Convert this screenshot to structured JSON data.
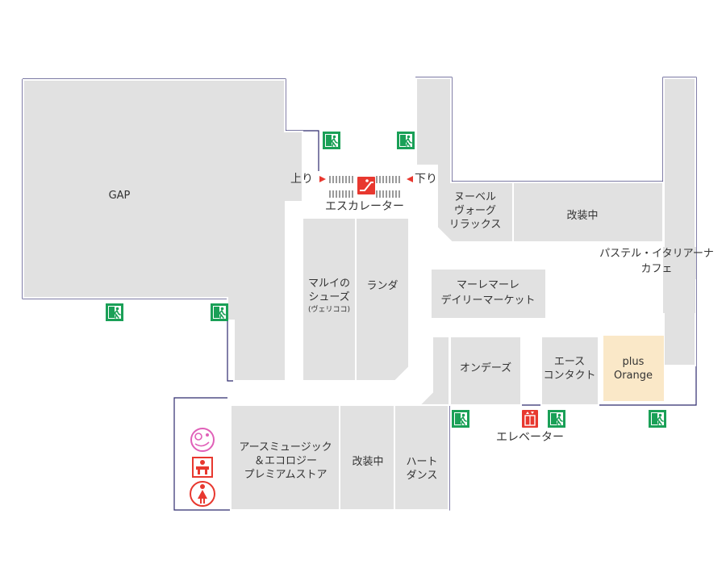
{
  "colors": {
    "outline": "#2e2a6e",
    "shop_fill": "#e1e1e1",
    "shop_edge": "#ffffff",
    "highlight": "#fae8c8",
    "exit_green": "#1aa057",
    "facility_red": "#e8382f",
    "restroom_pink": "#e060b8",
    "text": "#333333"
  },
  "shops": {
    "gap": "GAP",
    "marui_shoes_1": "マルイの",
    "marui_shoes_2": "シューズ",
    "marui_shoes_sub": "(ヴェリココ)",
    "randa": "ランダ",
    "nouvelle_1": "ヌーベル",
    "nouvelle_2": "ヴォーグ",
    "nouvelle_3": "リラックス",
    "renovation_top": "改装中",
    "pastel_1": "パステル・イタリアーナ",
    "pastel_2": "カフェ",
    "mare_1": "マーレマーレ",
    "mare_2": "デイリーマーケット",
    "ondeas": "オンデーズ",
    "ace_1": "エース",
    "ace_2": "コンタクト",
    "plus_1": "plus",
    "plus_2": "Orange",
    "earth_1": "アースミュージック",
    "earth_2": "＆エコロジー",
    "earth_3": "プレミアムストア",
    "renovation_bottom": "改装中",
    "heart_1": "ハート",
    "heart_2": "ダンス"
  },
  "facilities": {
    "escalator": "エスカレーター",
    "up": "上り",
    "down": "下り",
    "elevator": "エレベーター"
  },
  "icons": {
    "exit": "emergency-exit-icon",
    "escalator": "escalator-icon",
    "elevator": "elevator-icon",
    "restroom": "multipurpose-restroom-icon",
    "baby": "baby-changing-icon",
    "women": "womens-restroom-icon"
  }
}
